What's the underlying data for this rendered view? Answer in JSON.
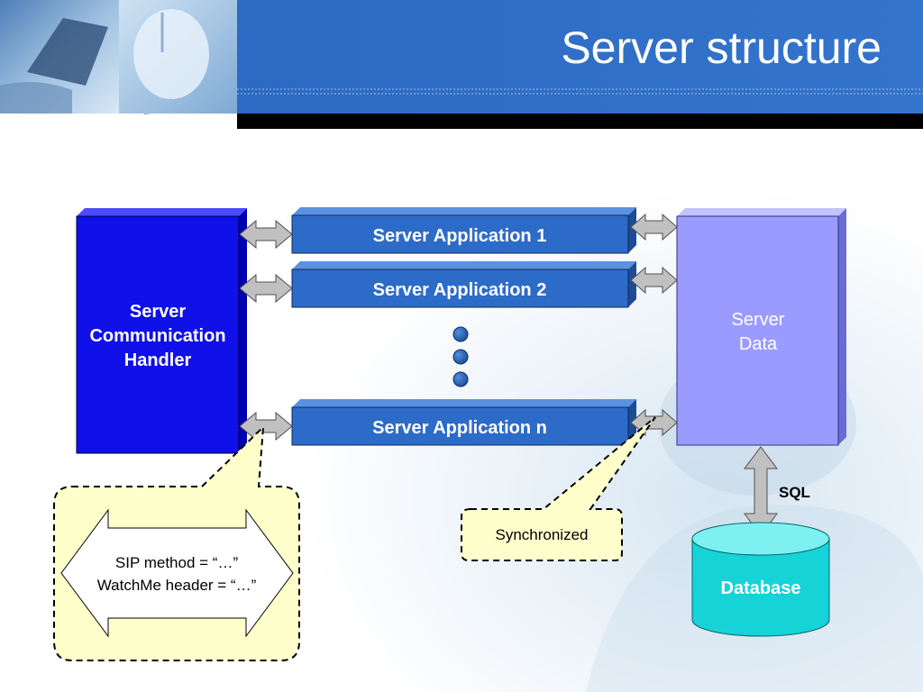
{
  "slide": {
    "title": "Server structure"
  },
  "diagram": {
    "communication_handler": [
      "Server",
      "Communication",
      "Handler"
    ],
    "applications": [
      "Server Application 1",
      "Server Application 2",
      "Server Application n"
    ],
    "server_data": [
      "Server",
      "Data"
    ],
    "database": "Database",
    "sql_label": "SQL",
    "sync_note": "Synchronized",
    "sip_note": [
      "SIP method = “…”",
      "WatchMe header = “…”"
    ]
  },
  "colors": {
    "header_blue": "#2d6bc5",
    "handler_blue": "#1010e8",
    "app_blue": "#2d6bc8",
    "server_data_lavender": "#9b9bff",
    "database_cyan": "#16d3d8",
    "callout_yellow": "#ffffcc",
    "arrow_gray": "#c0c0c0"
  }
}
